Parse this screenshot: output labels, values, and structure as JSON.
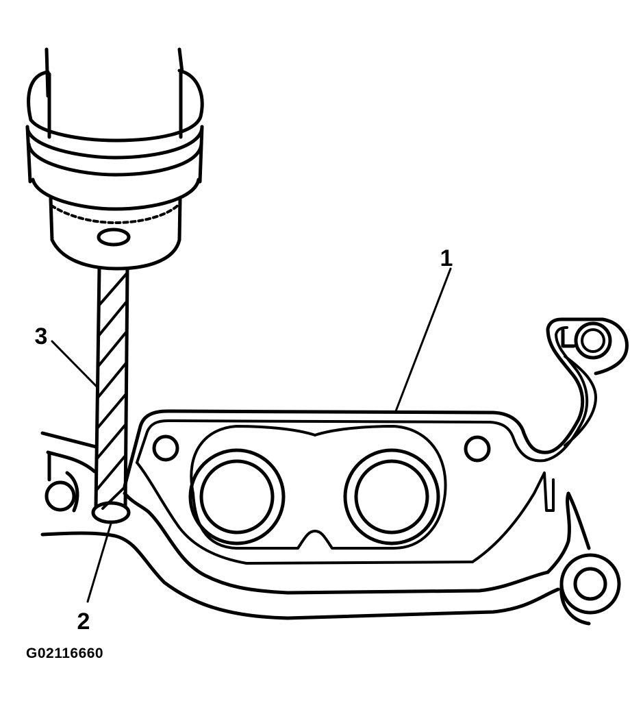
{
  "callouts": {
    "gasket": "1",
    "hole": "2",
    "drill_bit": "3"
  },
  "figure_id": "G02116660"
}
